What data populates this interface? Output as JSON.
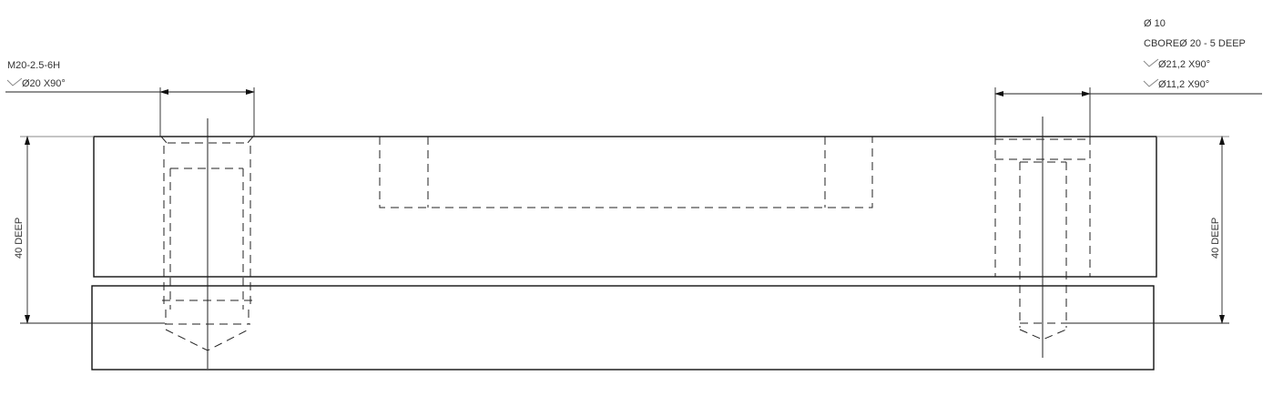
{
  "left_hole": {
    "callout_line1": "M20-2.5-6H",
    "callout_line2": "Ø20 X90°"
  },
  "right_hole": {
    "callout_line1": "Ø 10",
    "callout_line2": "CBOREØ 20  - 5 DEEP",
    "callout_line3": "Ø21,2 X90°",
    "callout_line4": "Ø11,2 X90°"
  },
  "dimensions": {
    "left_depth": "40 DEEP",
    "right_depth": "40 DEEP"
  }
}
